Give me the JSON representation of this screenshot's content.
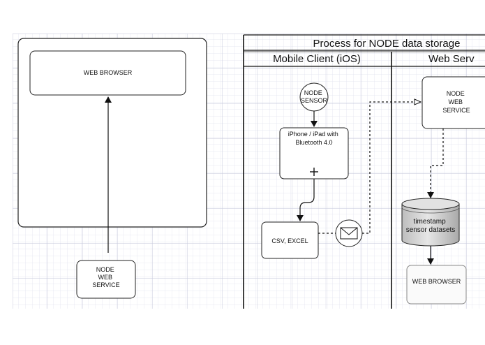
{
  "nodes": {
    "web_browser_left": "WEB BROWSER",
    "node_web_service_left": [
      "NODE",
      "WEB",
      "SERVICE"
    ],
    "node_sensor": [
      "NODE",
      "SENSOR"
    ],
    "iphone_ipad": [
      "iPhone / iPad with",
      "Bluetooth 4.0"
    ],
    "csv_excel": "CSV, EXCEL",
    "node_web_service_right": [
      "NODE",
      "WEB",
      "SERVICE"
    ],
    "datastore": [
      "timestamp",
      "sensor datasets"
    ],
    "web_browser_right": "WEB BROWSER"
  },
  "pool": {
    "title": "Process for NODE data storage",
    "lanes": [
      "Mobile Client (iOS)",
      "Web Serv"
    ]
  },
  "icons": {
    "message": "envelope-icon",
    "subprocess": "plus-icon"
  },
  "colors": {
    "grid_minor": "#dfe1ee",
    "grid_major": "#c3c6da",
    "stroke": "#222222",
    "datastore_fill": "#cfcfcf",
    "datastore_text": "#111111"
  }
}
